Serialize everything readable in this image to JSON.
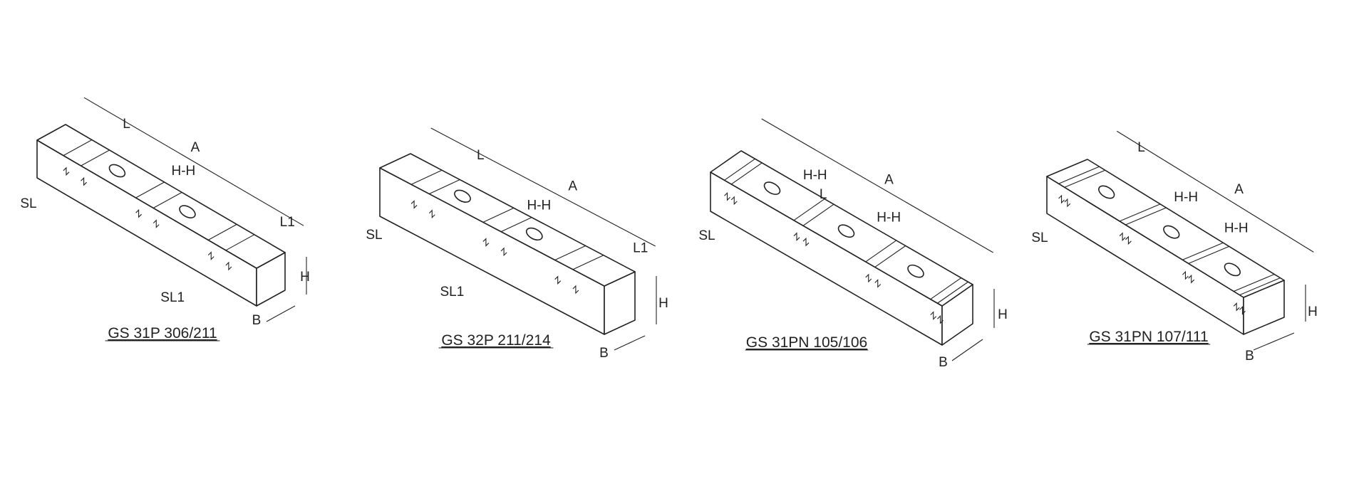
{
  "drawings": [
    {
      "title": "GS 31P 306/211",
      "labels": [
        "A",
        "L",
        "H-H",
        "L1",
        "H",
        "B",
        "SL",
        "SL1"
      ]
    },
    {
      "title": "GS 32P 211/214",
      "labels": [
        "A",
        "L",
        "H-H",
        "L1",
        "H",
        "B",
        "SL",
        "SL1"
      ]
    },
    {
      "title": "GS 31PN 105/106",
      "labels": [
        "A",
        "H-H",
        "L",
        "H-H",
        "H",
        "B",
        "SL"
      ]
    },
    {
      "title": "GS 31PN 107/111",
      "labels": [
        "A",
        "L",
        "H-H",
        "H-H",
        "H",
        "B",
        "SL"
      ]
    }
  ]
}
